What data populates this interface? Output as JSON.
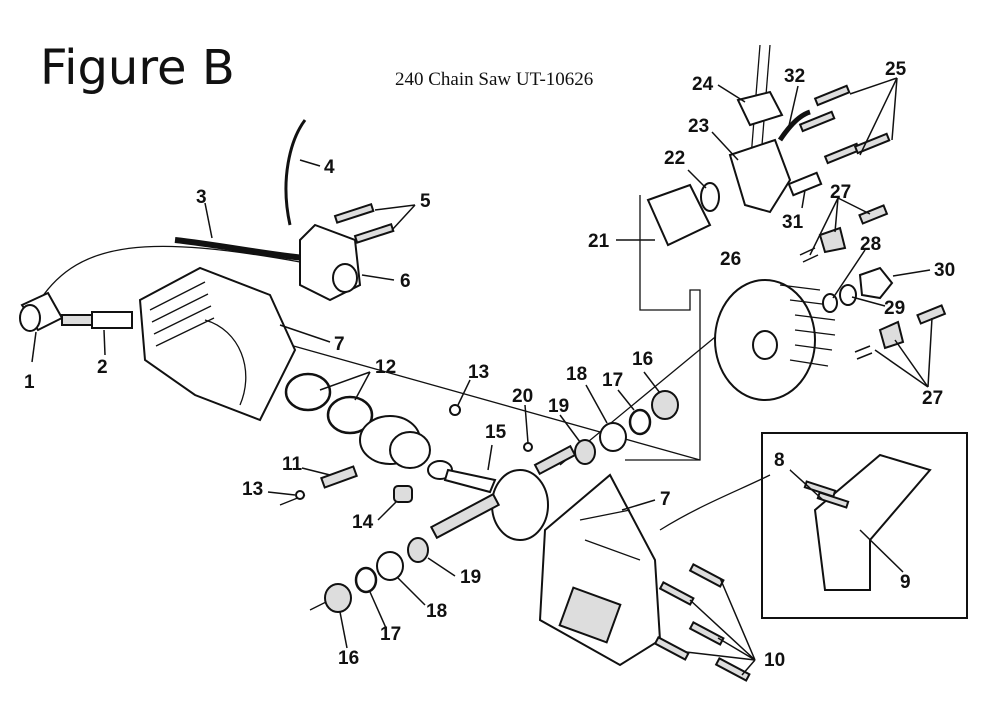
{
  "figure_title": "Figure B",
  "model_title": "240 Chain Saw UT-10626",
  "callouts": {
    "c1": "1",
    "c2": "2",
    "c3": "3",
    "c4": "4",
    "c5": "5",
    "c6": "6",
    "c7": "7",
    "c8": "8",
    "c9": "9",
    "c10": "10",
    "c11": "11",
    "c12": "12",
    "c13": "13",
    "c14": "14",
    "c15": "15",
    "c16": "16",
    "c17": "17",
    "c18": "18",
    "c19": "19",
    "c20": "20",
    "c21": "21",
    "c22": "22",
    "c23": "23",
    "c24": "24",
    "c25": "25",
    "c26": "26",
    "c27": "27",
    "c28": "28",
    "c29": "29",
    "c30": "30",
    "c31": "31",
    "c32": "32"
  }
}
